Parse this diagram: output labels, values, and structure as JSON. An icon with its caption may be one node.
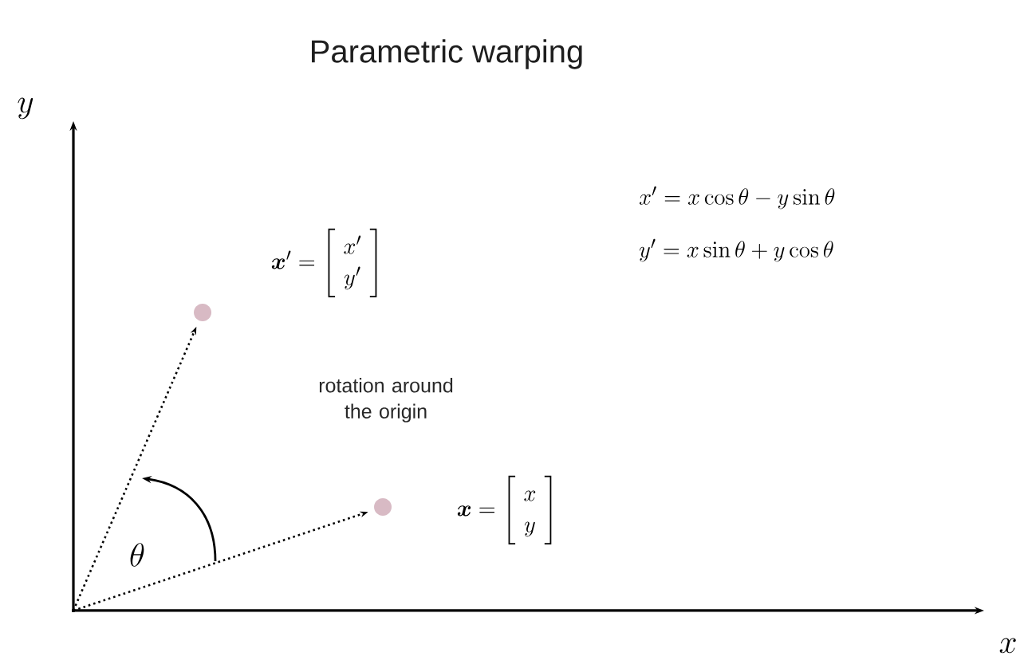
{
  "diagram": {
    "title": "Parametric warping",
    "nodes": [
      {
        "text": [],
        "shape": "circle"
      },
      {
        "text": [],
        "shape": "circle"
      }
    ],
    "edges": [
      {
        "from": null,
        "to": 0,
        "arrow": "to"
      },
      {
        "from": null,
        "to": 1,
        "arrow": "to"
      }
    ],
    "labels": [
      "y",
      "x' = x\\cos\\theta - y\\sin\\theta",
      "y' = x\\sin\\theta + y\\cos\\theta",
      "\\boldsymbol{x}' = \\left[\\begin{array}{c} x' \\\\ y' \\end{array}\\right]",
      "rotation around the origin",
      "\\boldsymbol{x} = \\left[\\begin{array}{c} x \\\\ y \\end{array}\\right]",
      "\\theta",
      "x"
    ]
  }
}
